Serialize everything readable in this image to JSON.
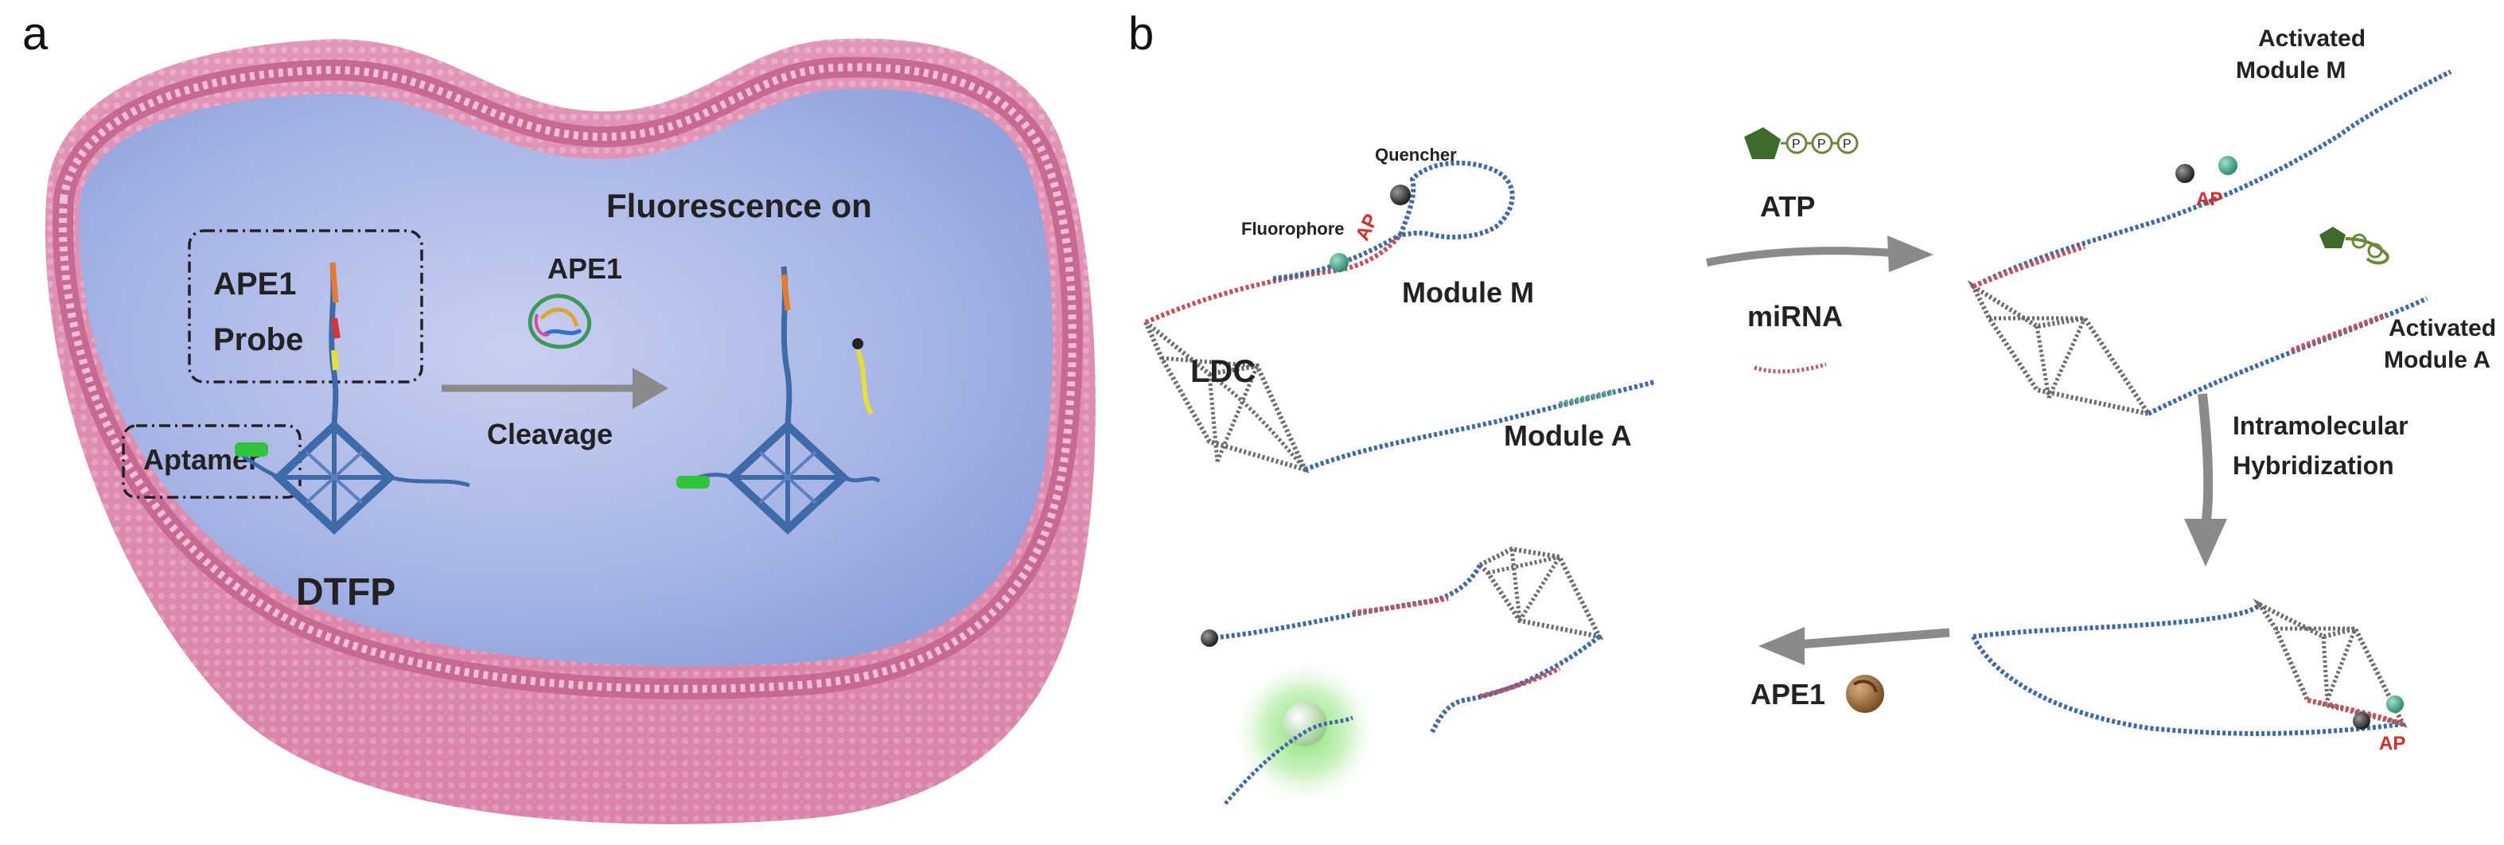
{
  "panel_a": {
    "letter": "a",
    "fluorescence_on": "Fluorescence on",
    "probe_label_line1": "APE1",
    "probe_label_line2": "Probe",
    "aptamer_label": "Aptamer",
    "enzyme_label": "APE1",
    "cleavage_label": "Cleavage",
    "dtfp_label": "DTFP"
  },
  "panel_b": {
    "letter": "b",
    "quencher": "Quencher",
    "fluorophore": "Fluorophore",
    "ap_1": "AP",
    "ap_2": "AP",
    "ap_3": "AP",
    "module_m": "Module M",
    "ldc": "LDC",
    "module_a": "Module A",
    "atp": "ATP",
    "mirna": "miRNA",
    "activated_m_line1": "Activated",
    "activated_m_line2": "Module M",
    "activated_a_line1": "Activated",
    "activated_a_line2": "Module A",
    "intramolecular": "Intramolecular",
    "hybridization": "Hybridization",
    "ape1": "APE1",
    "phosphate_1": "P",
    "phosphate_2": "P",
    "phosphate_3": "P"
  },
  "colors": {
    "membrane": "#e49ab8",
    "membrane_dark": "#c76a93",
    "cell_interior": "#a9b9e6",
    "dna_blue": "#3f6aa8",
    "dna_red": "#c8505a",
    "frame_gray": "#6b6b6b",
    "arrow_gray": "#8a8a8a",
    "aptamer_green": "#2fc43a",
    "atp_green": "#3e6b2a",
    "ap_red": "#e0282a",
    "ape1_brown": "#9a6a3a"
  }
}
